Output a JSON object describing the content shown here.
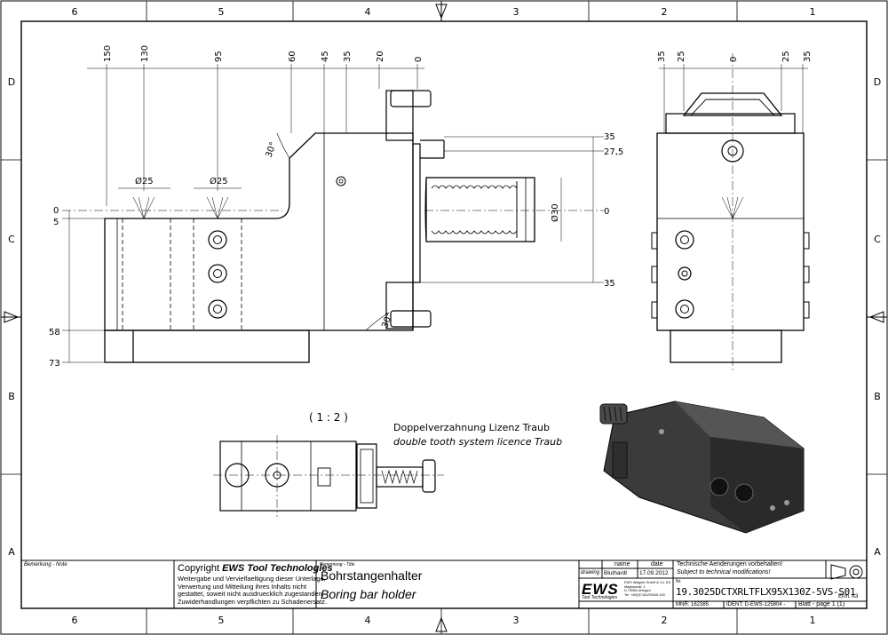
{
  "zones": {
    "columns": [
      "6",
      "5",
      "4",
      "3",
      "2",
      "1"
    ],
    "rows_left": [
      "D",
      "C",
      "B",
      "A"
    ],
    "rows_right": [
      "D",
      "C",
      "B",
      "A"
    ]
  },
  "front_view": {
    "top_dims": [
      "150",
      "130",
      "95",
      "60",
      "45",
      "35",
      "20",
      "0"
    ],
    "left_dims": [
      "0",
      "5",
      "58",
      "73"
    ],
    "right_dims": [
      "35",
      "27,5",
      "0",
      "35"
    ],
    "dia_labels": [
      "Ø25",
      "Ø25"
    ],
    "dia30": "Ø30",
    "angle_top": "30°",
    "angle_bottom": "30°"
  },
  "side_view": {
    "top_dims": [
      "35",
      "25",
      "0",
      "25",
      "35"
    ]
  },
  "detail": {
    "scale": "( 1 : 2 )",
    "note_de": "Doppelverzahnung Lizenz Traub",
    "note_en": "double tooth system licence Traub"
  },
  "title_block": {
    "remark_label": "Bemerkung - Note",
    "copyright_prefix": "Copyright ",
    "copyright_brand": "EWS Tool Technologies",
    "copyright_lines": [
      "Weitergabe und Vervielfaeltigung dieser Unterlage,",
      "Verwertung und Mitteilung ihres Inhalts nicht",
      "gestattet, soweit nicht ausdruecklich zugestanden.",
      "Zuwiderhandlungen verpflichten zu Schadenersatz."
    ],
    "title_label": "Benennung - Title",
    "title_de": "Bohrstangenhalter",
    "title_en": "Boring bar holder",
    "col_name": "name",
    "col_date": "date",
    "row_drawing": "drawing",
    "drawn_by": "Bluthardt",
    "drawn_date": "17.09.2012",
    "logo": "EWS",
    "logo_sub": "Tool Technologies",
    "company_lines": [
      "EWS Weigele GmbH & Co. KG",
      "Maybachstr. 1",
      "D-73066 Uhingen",
      "Tel. +49(0)7161/93040-100"
    ],
    "mod_de": "Technische Aenderungen vorbehalten!",
    "mod_en": "Subject to technical modifications!",
    "nr_label": "Nr.",
    "part_number": "19.3025DCTXRLTFLX95X130Z-5VS-S01",
    "mnr": "MNR: 162385",
    "ident": "IDENT: D-EWS-125804 -",
    "sheet": "Blatt - page  1 (1)",
    "unit": "Einh. A3"
  }
}
